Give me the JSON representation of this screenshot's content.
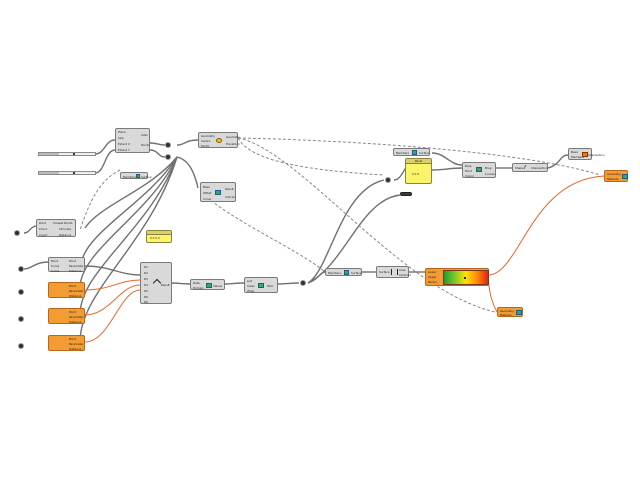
{
  "canvas": {
    "background": "#ffffff",
    "wire_color": "#707070",
    "param_orange": "#f39c34",
    "panel_yellow": "#fbf46a"
  },
  "panel_left": {
    "text": "0 0 0 0"
  },
  "panel_right": {
    "title": "Panel",
    "text": "0 0 0"
  },
  "gradient_node": {
    "inputs": [
      "Lower",
      "Upper",
      "Param"
    ]
  }
}
